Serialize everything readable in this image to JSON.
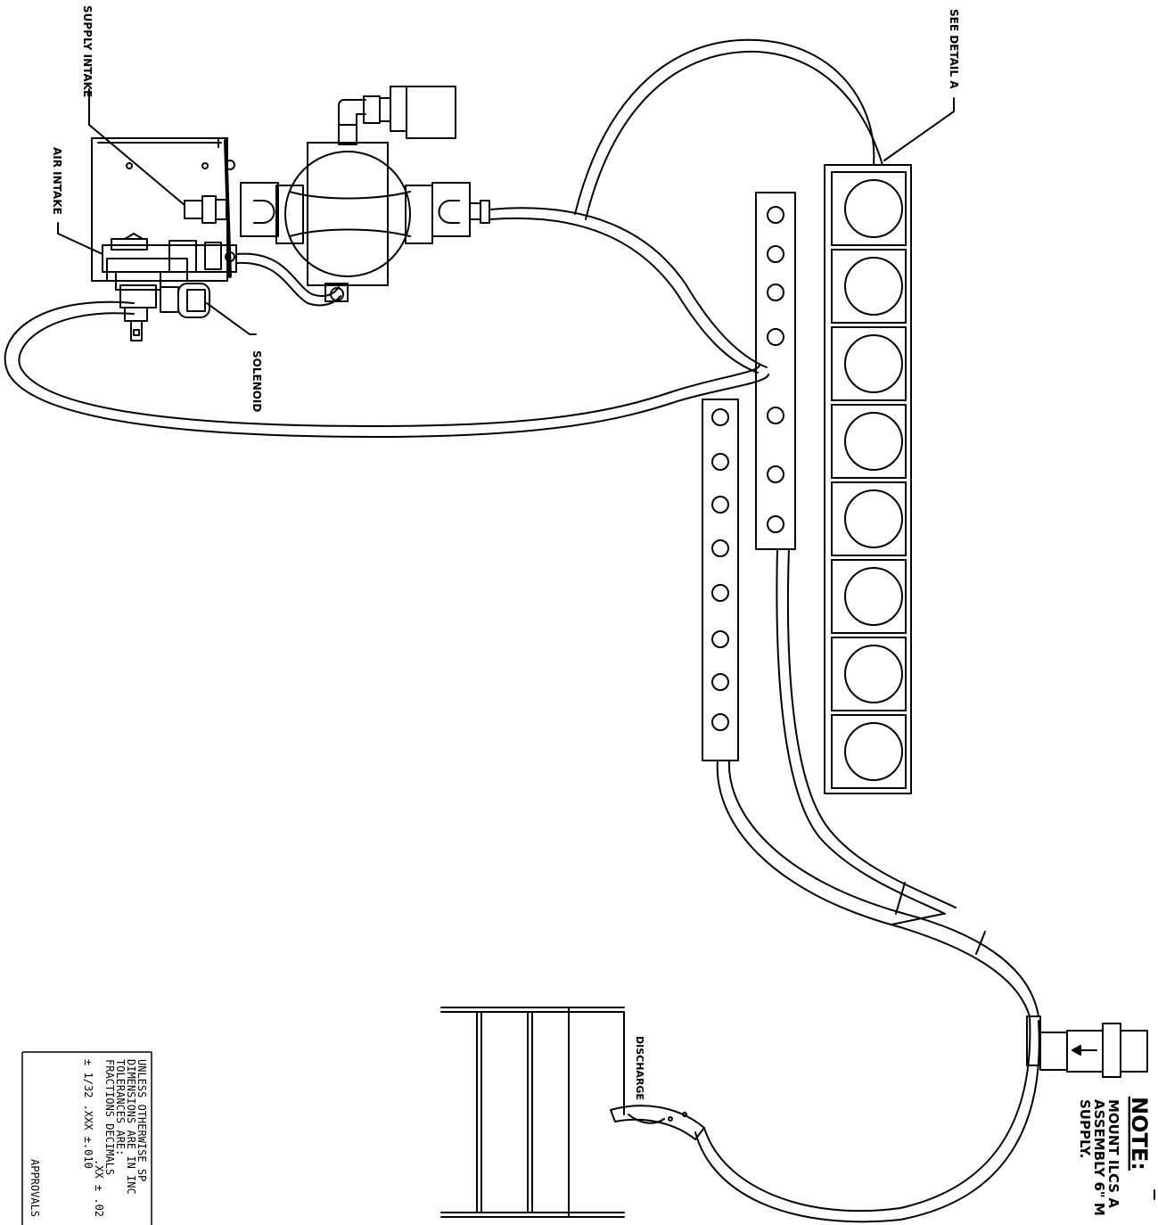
{
  "labels": {
    "supply_intake": "SUPPLY INTAKE",
    "air_intake": "AIR INTAKE",
    "solenoid": "SOLENOID",
    "see_detail_a": "SEE DETAIL A",
    "discharge": "DISCHARGE"
  },
  "note": {
    "heading": "NOTE:",
    "line1": "MOUNT ILCS A",
    "line2": "ASSEMBLY 6\" M",
    "line3": "SUPPLY."
  },
  "title_block": {
    "line1": "UNLESS OTHERWISE SP",
    "line2": "DIMENSIONS ARE IN INC",
    "line3": "TOLERANCES ARE:",
    "line4": "FRACTIONS   DECIMALS",
    "line5": ".XX ± .02",
    "line6": "±   1/32     .XXX ±.010",
    "approvals": "APPROVALS"
  },
  "drawing_meta": {
    "line_color": "#000000",
    "background": "#ffffff"
  }
}
